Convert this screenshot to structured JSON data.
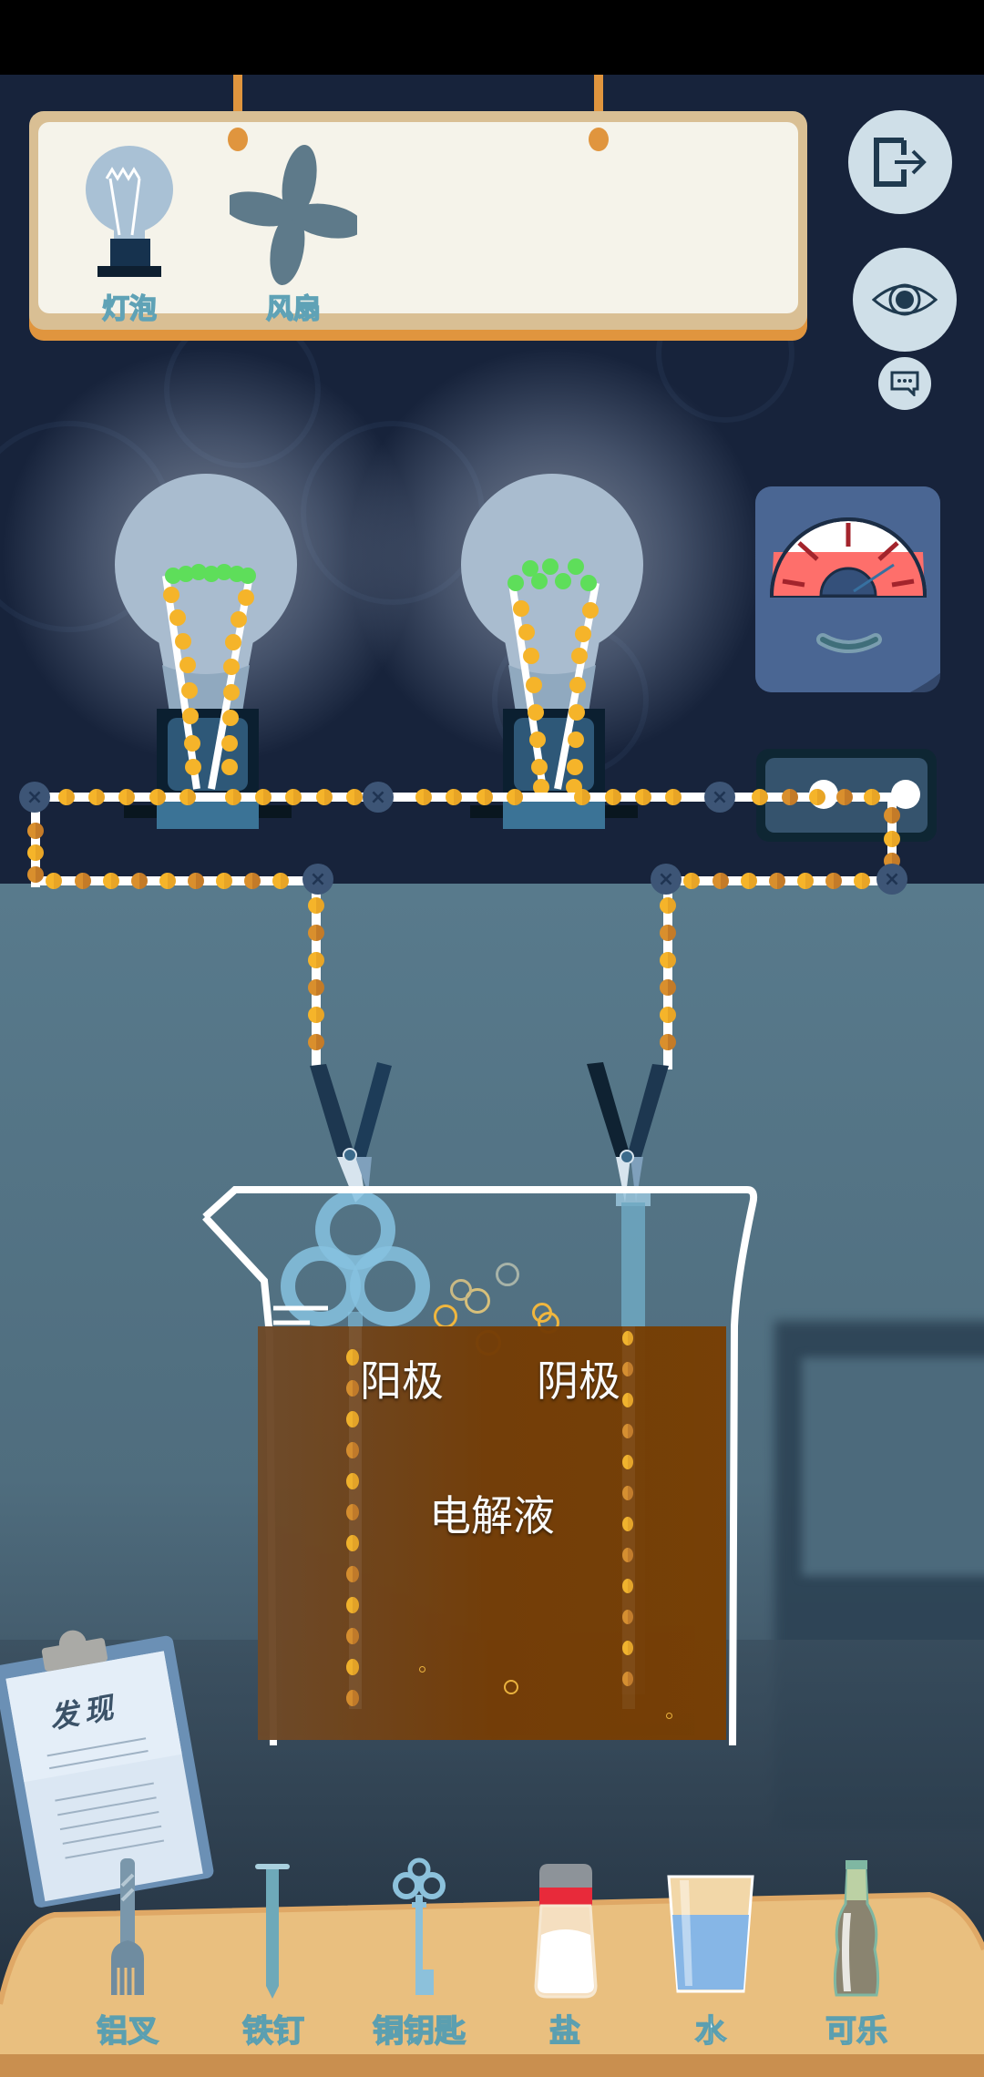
{
  "board": {
    "items": [
      {
        "label": "灯泡",
        "icon": "lightbulb-icon"
      },
      {
        "label": "风扇",
        "icon": "fan-icon"
      }
    ]
  },
  "side_buttons": {
    "exit": {
      "icon": "exit-icon"
    },
    "view": {
      "icon": "eye-icon"
    },
    "hint": {
      "icon": "chat-bubble-icon"
    }
  },
  "circuit": {
    "bulbs": [
      {
        "name": "bulb-1",
        "state": "lit"
      },
      {
        "name": "bulb-2",
        "state": "lit"
      }
    ],
    "ammeter": {
      "icon": "ammeter-gauge-icon"
    },
    "switch": {
      "state": "closed"
    }
  },
  "beaker": {
    "electrolyte_label": "电解液",
    "anode_label": "阳极",
    "cathode_label": "阴极",
    "liquid_color": "#783f03",
    "anode_item": "铜钥匙",
    "cathode_item": "铁钉"
  },
  "clipboard": {
    "title": "发现"
  },
  "shelf": {
    "items": [
      {
        "label": "铝叉",
        "icon": "fork-icon"
      },
      {
        "label": "铁钉",
        "icon": "nail-icon"
      },
      {
        "label": "铜钥匙",
        "icon": "key-icon"
      },
      {
        "label": "盐",
        "icon": "salt-shaker-icon"
      },
      {
        "label": "水",
        "icon": "water-glass-icon"
      },
      {
        "label": "可乐",
        "icon": "cola-bottle-icon"
      }
    ]
  },
  "colors": {
    "background_dark": "#17233b",
    "wire": "#ffffff",
    "electron": "#f5b42a",
    "board_rope": "#e0953e",
    "shelf": "#e9bf7f",
    "button_bg": "#cfdfe8"
  }
}
